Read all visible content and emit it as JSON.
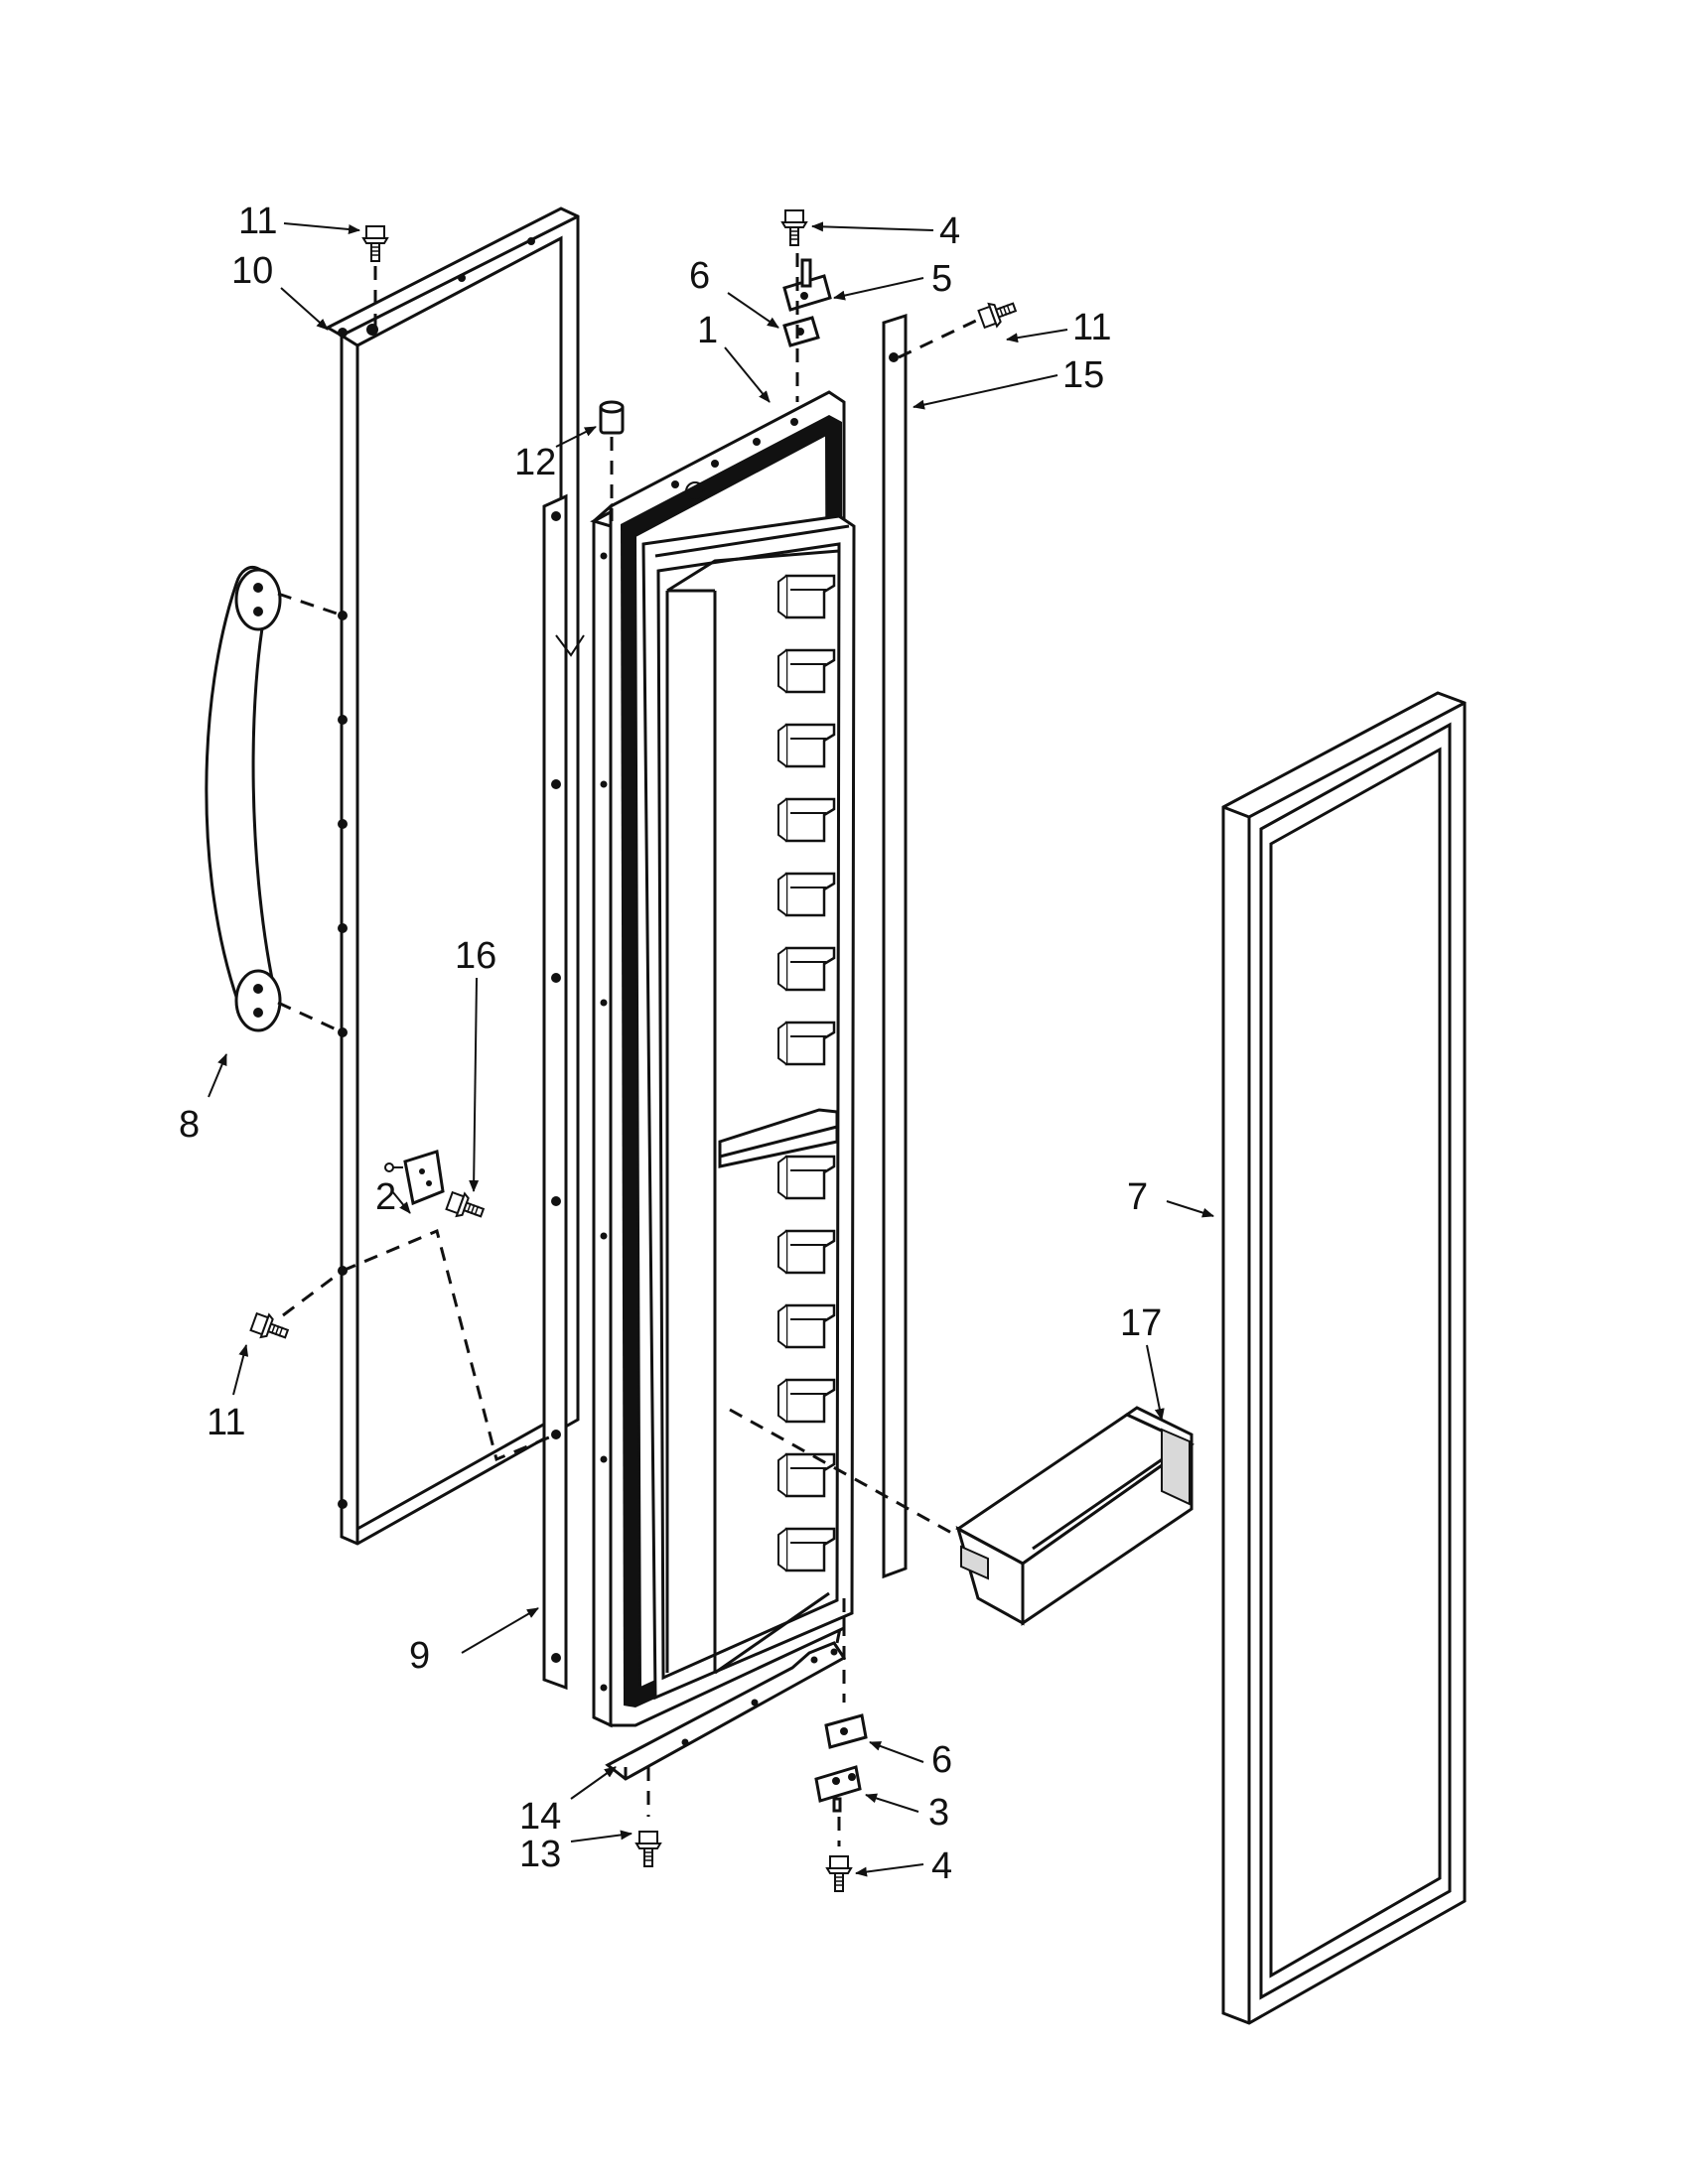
{
  "diagram": {
    "callouts": [
      {
        "id": "c11a",
        "label": "11"
      },
      {
        "id": "c10",
        "label": "10"
      },
      {
        "id": "c4a",
        "label": "4"
      },
      {
        "id": "c6a",
        "label": "6"
      },
      {
        "id": "c5",
        "label": "5"
      },
      {
        "id": "c11b",
        "label": "11"
      },
      {
        "id": "c1",
        "label": "1"
      },
      {
        "id": "c15",
        "label": "15"
      },
      {
        "id": "c12",
        "label": "12"
      },
      {
        "id": "c16",
        "label": "16"
      },
      {
        "id": "c8",
        "label": "8"
      },
      {
        "id": "c2",
        "label": "2"
      },
      {
        "id": "c7",
        "label": "7"
      },
      {
        "id": "c17",
        "label": "17"
      },
      {
        "id": "c11c",
        "label": "11"
      },
      {
        "id": "c9",
        "label": "9"
      },
      {
        "id": "c6b",
        "label": "6"
      },
      {
        "id": "c3",
        "label": "3"
      },
      {
        "id": "c14",
        "label": "14"
      },
      {
        "id": "c13",
        "label": "13"
      },
      {
        "id": "c4b",
        "label": "4"
      }
    ]
  }
}
